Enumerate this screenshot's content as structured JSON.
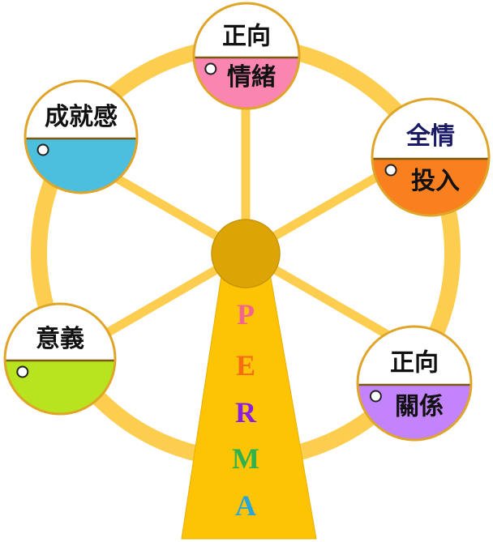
{
  "colors": {
    "wheel": "#fccd4f",
    "wheel_outline": "#f0b636",
    "hub": "#dca404",
    "stand": "#fcc404",
    "cabin_outline": "#e0a528",
    "text": "#111111"
  },
  "cabins": [
    {
      "id": "positive-emotion",
      "top": "正向",
      "bottom": "情緒",
      "fill": "#f985b0",
      "top_color": "#111111",
      "bottom_color": "#111111"
    },
    {
      "id": "engagement",
      "top": "全情",
      "bottom": "投入",
      "fill": "#fa7f1e",
      "top_color": "#1a1a66",
      "bottom_color": "#111111"
    },
    {
      "id": "relationships",
      "top": "正向",
      "bottom": "關係",
      "fill": "#c283fb",
      "top_color": "#111111",
      "bottom_color": "#111111"
    },
    {
      "id": "meaning",
      "top": "意義",
      "bottom": "",
      "fill": "#b7e31f",
      "top_color": "#111111",
      "bottom_color": "#111111"
    },
    {
      "id": "accomplishment",
      "top": "成就感",
      "bottom": "",
      "fill": "#4bbfdd",
      "top_color": "#111111",
      "bottom_color": "#111111"
    }
  ],
  "perma": [
    {
      "letter": "P",
      "color": "#f3648f"
    },
    {
      "letter": "E",
      "color": "#f86b12"
    },
    {
      "letter": "R",
      "color": "#8a1fe3"
    },
    {
      "letter": "M",
      "color": "#2fb24c"
    },
    {
      "letter": "A",
      "color": "#2aa5d8"
    }
  ]
}
